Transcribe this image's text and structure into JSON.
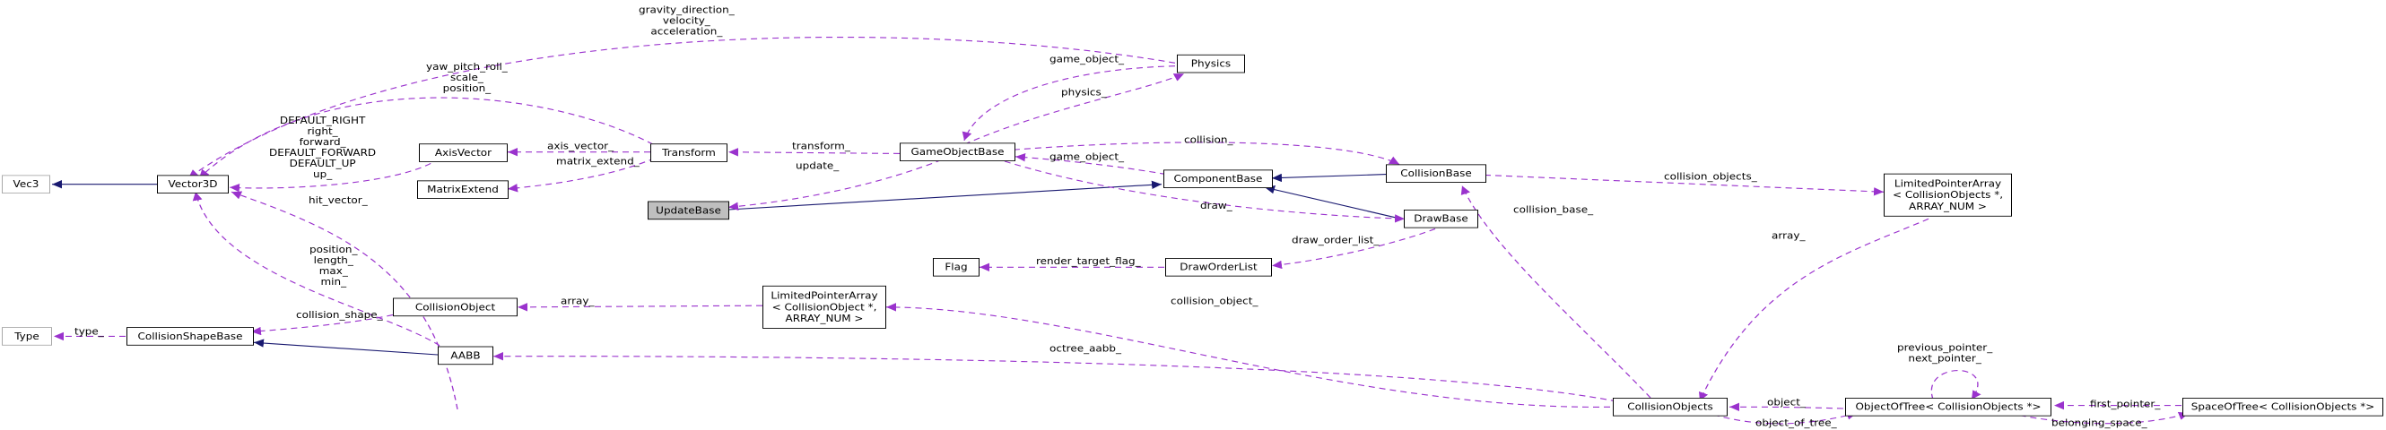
{
  "nodes": {
    "vec3": "Vec3",
    "vector3d": "Vector3D",
    "type": "Type",
    "collision_shape_base": "CollisionShapeBase",
    "axis_vector": "AxisVector",
    "matrix_extend": "MatrixExtend",
    "transform": "Transform",
    "update_base": "UpdateBase",
    "game_object_base": "GameObjectBase",
    "physics": "Physics",
    "component_base": "ComponentBase",
    "collision_base": "CollisionBase",
    "draw_base": "DrawBase",
    "flag": "Flag",
    "draw_order_list": "DrawOrderList",
    "collision_object": "CollisionObject",
    "aabb": "AABB",
    "limited_array_object": [
      "LimitedPointerArray",
      "< CollisionObject *,",
      "ARRAY_NUM >"
    ],
    "limited_array_objects": [
      "LimitedPointerArray",
      "< CollisionObjects *,",
      "ARRAY_NUM >"
    ],
    "collision_objects": "CollisionObjects",
    "object_of_tree": "ObjectOfTree< CollisionObjects *>",
    "space_of_tree": "SpaceOfTree< CollisionObjects *>"
  },
  "labels": {
    "gravity": [
      "gravity_direction_",
      "velocity_",
      "acceleration_"
    ],
    "yaw": [
      "yaw_pitch_roll_",
      "scale_",
      "position_"
    ],
    "default_dirs": [
      "DEFAULT_RIGHT",
      "right_",
      "forward_",
      "DEFAULT_FORWARD",
      "DEFAULT_UP",
      "up_"
    ],
    "axis_vector_": "axis_vector_",
    "matrix_extend_": "matrix_extend_",
    "hit_vector_": "hit_vector_",
    "aabb_members": [
      "position_",
      "length_",
      "max_",
      "min_"
    ],
    "collision_shape_": "collision_shape_",
    "type_": "type_",
    "transform_": "transform_",
    "update_": "update_",
    "game_object_top": "game_object_",
    "physics_": "physics_",
    "collision_": "collision_",
    "game_object_mid": "game_object_",
    "draw_": "draw_",
    "collision_objects_": "collision_objects_",
    "collision_base_": "collision_base_",
    "array_right": "array_",
    "render_target_flag_": "render_target_flag_",
    "draw_order_list_": "draw_order_list_",
    "array_left": "array_",
    "collision_object_": "collision_object_",
    "octree_aabb_": "octree_aabb_",
    "object_": "object_",
    "object_of_tree_": "object_of_tree_",
    "prev_next": [
      "previous_pointer_",
      "next_pointer_"
    ],
    "first_pointer_": "first_pointer_",
    "belonging_space_": "belonging_space_"
  },
  "colors": {
    "inheritance": "#191970",
    "usage": "#9a32cd",
    "external_border": "#a8a8a8",
    "focus_fill": "#bfbfbf"
  }
}
